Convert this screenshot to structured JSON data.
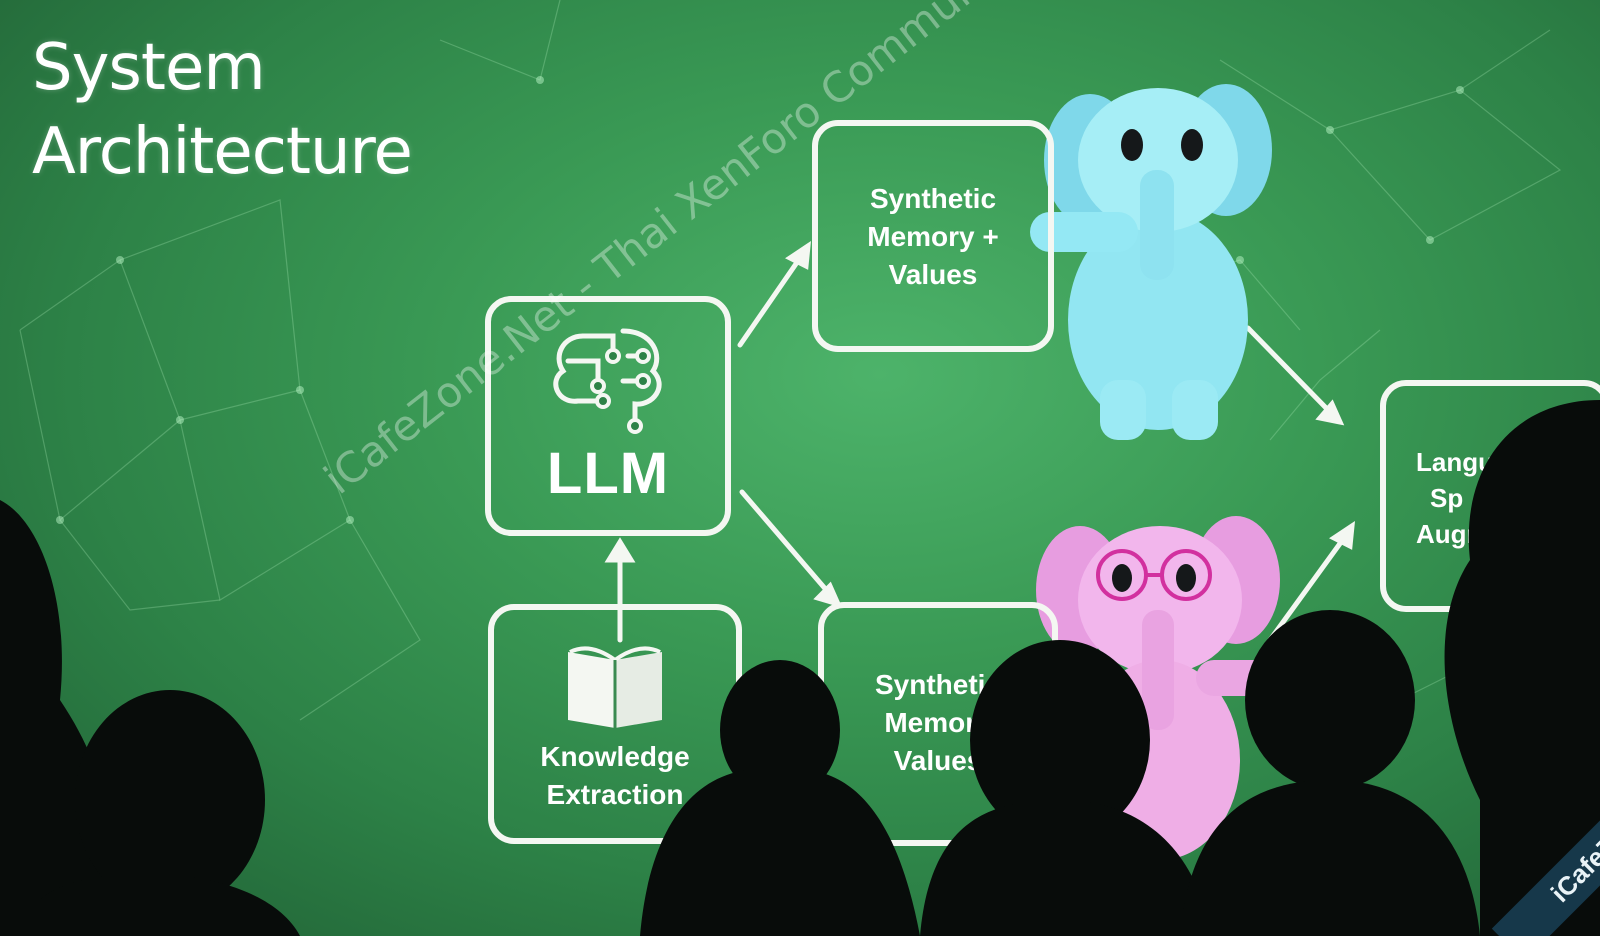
{
  "slide": {
    "title_line1": "System",
    "title_line2": "Architecture"
  },
  "nodes": {
    "llm_label": "LLM",
    "knowledge_line1": "Knowledge",
    "knowledge_line2": "Extraction",
    "synthetic_top_line1": "Synthetic",
    "synthetic_top_line2": "Memory +",
    "synthetic_top_line3": "Values",
    "synthetic_bottom_line1": "Synthetic",
    "synthetic_bottom_line2": "Memory",
    "synthetic_bottom_line3": "Values",
    "lang_line1": "Langu",
    "lang_line2": "Sp",
    "lang_line3": "Augr"
  },
  "watermark": {
    "text": "iCafeZone.Net - Thai XenForo Community",
    "badge": "iCafeZone"
  },
  "colors": {
    "slide_green": "#3a9a55",
    "box_border": "#f4f7f2",
    "elephant_blue": "#8fe3f0",
    "elephant_pink": "#f0a8e6",
    "silhouette": "#080c0a"
  },
  "icons": [
    "brain-circuit-icon",
    "open-book-icon",
    "blue-elephant-mascot",
    "pink-elephant-mascot"
  ]
}
